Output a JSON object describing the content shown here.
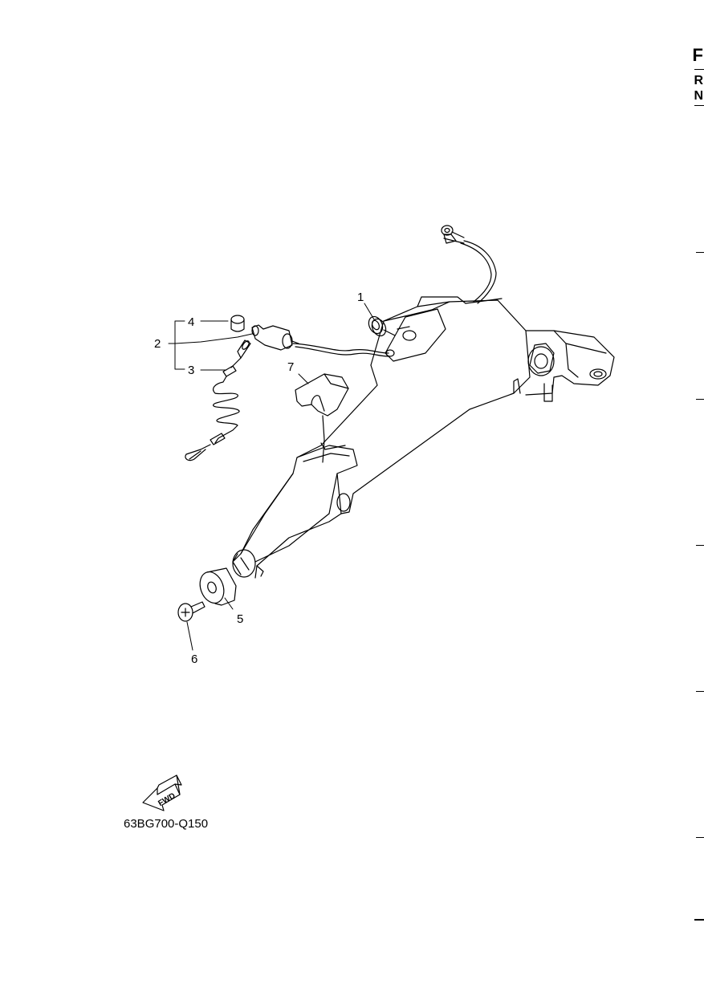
{
  "header": {
    "edge_letters": [
      "F",
      "R",
      "N"
    ]
  },
  "diagram": {
    "callouts": [
      "1",
      "2",
      "3",
      "4",
      "5",
      "6",
      "7"
    ],
    "fwd_label": "FWD",
    "part_code": "63BG700-Q150"
  }
}
